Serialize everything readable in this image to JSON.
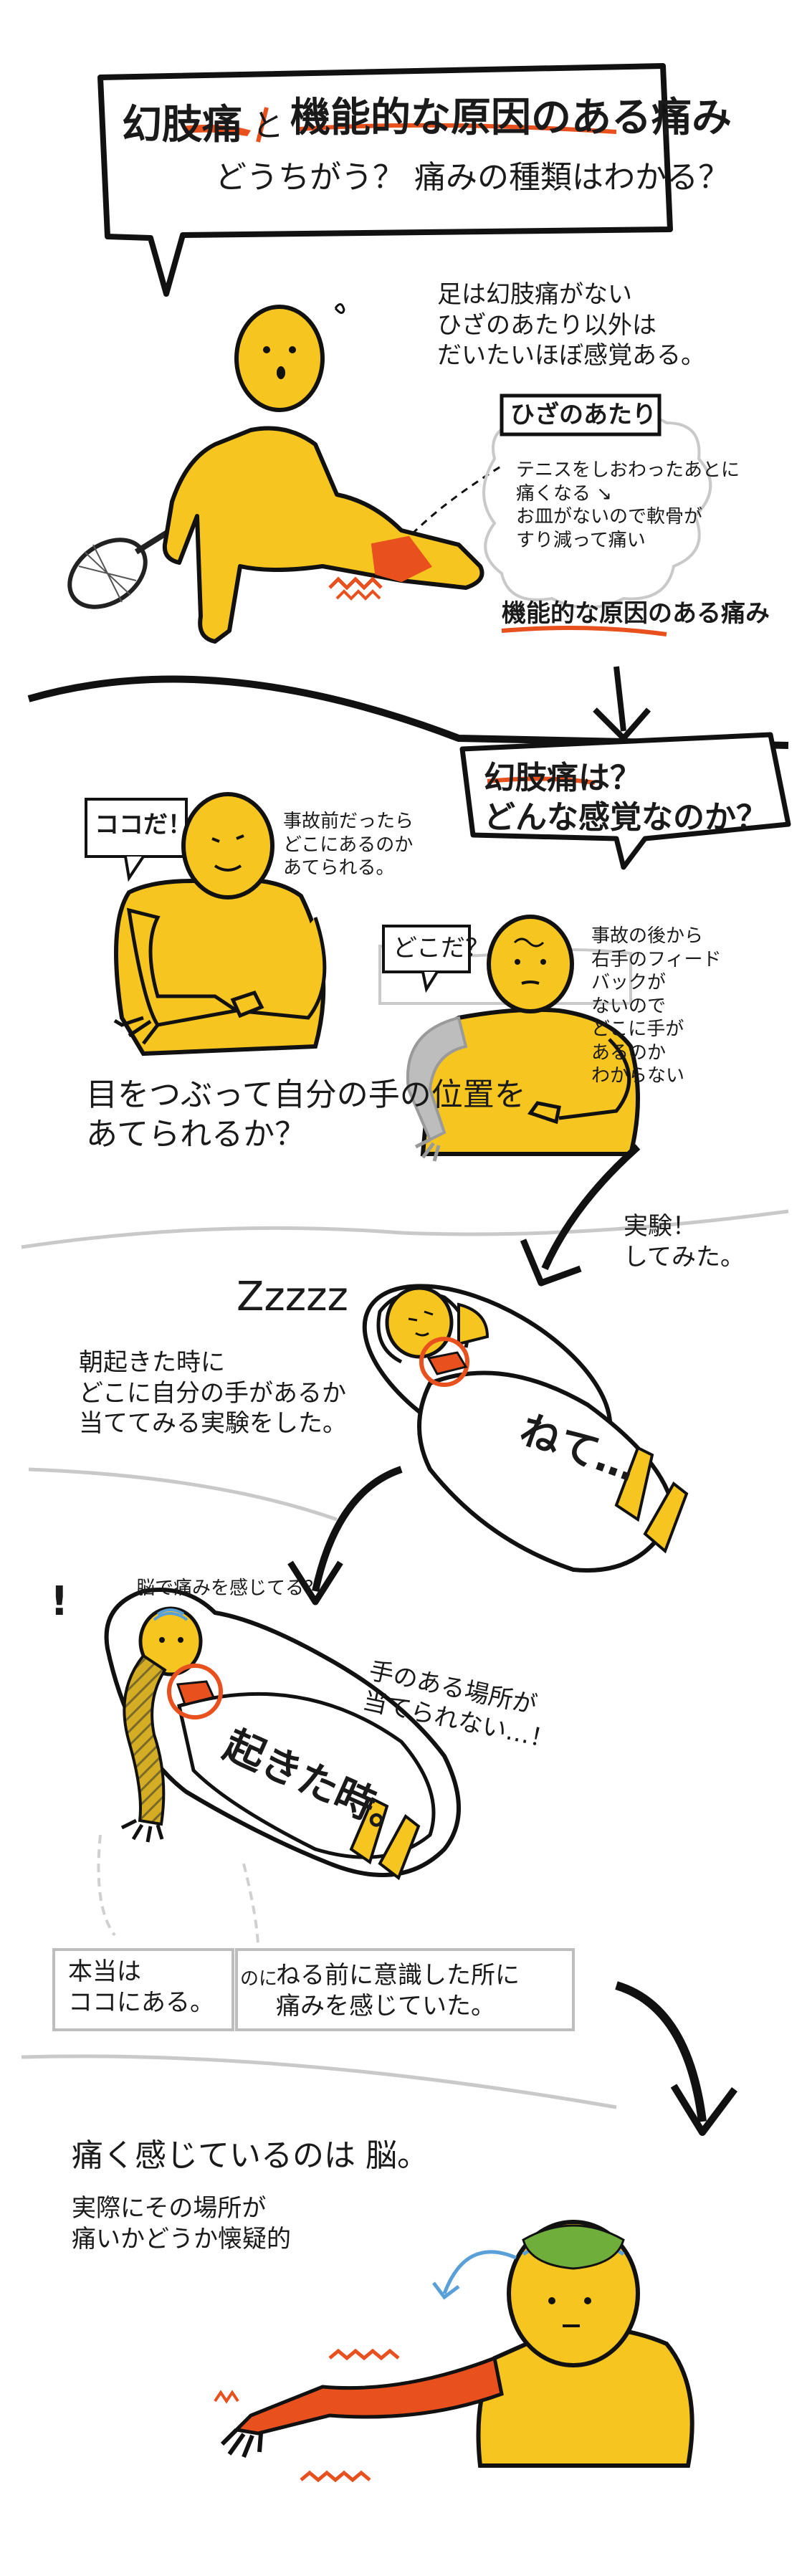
{
  "panel1": {
    "title_line1_a": "幻肢痛",
    "title_line1_b": "と",
    "title_line1_c": "機能的な原因のある痛み",
    "title_line2": "どうちがう？ 痛みの種類はわかる？",
    "note_leg": "足は幻肢痛がない\nひざのあたり以外は\nだいたいほぼ感覚ある。",
    "knee_label": "ひざのあたり",
    "knee_detail": "テニスをしおわったあとに\n痛くなる ↘\nお皿がないので軟骨が\nすり減って痛い",
    "knee_result": "機能的な原因のある痛み"
  },
  "panel2": {
    "question": "幻肢痛は？\nどんな感覚なのか？",
    "here_bubble": "ココだ！",
    "before_accident": "事故前だったら\nどこにあるのか\nあてられる。",
    "where_bubble": "どこだ？",
    "after_accident": "事故の後から\n右手のフィード\nバックが\nないので\nどこに手が\nあるのか\nわからない",
    "eyes_closed": "目をつぶって自分の手の位置を\nあてられるか？"
  },
  "panel3": {
    "zzz": "Zzzzz",
    "experiment": "実験！\nしてみた。",
    "description": "朝起きた時に\nどこに自分の手があるか\n当ててみる実験をした。",
    "sleeping": "ねて…"
  },
  "panel4": {
    "exclaim": "!",
    "brain_pain": "脳で痛みを感じてる？",
    "woke": "起きた時。",
    "cant_guess": "手のある場所が\n当てられない…！",
    "actually_here": "本当は\nココにある。",
    "noni": "のに",
    "felt_pain": "ねる前に意識した所に\n痛みを感じていた。"
  },
  "panel5": {
    "brain_feels": "痛く感じているのは 脳。",
    "doubt": "実際にその場所が\n痛いかどうか懐疑的"
  },
  "colors": {
    "yellow": "#f7c520",
    "orange": "#e8501e",
    "outline": "#1a1a1a",
    "gray": "#b8b8b8"
  }
}
